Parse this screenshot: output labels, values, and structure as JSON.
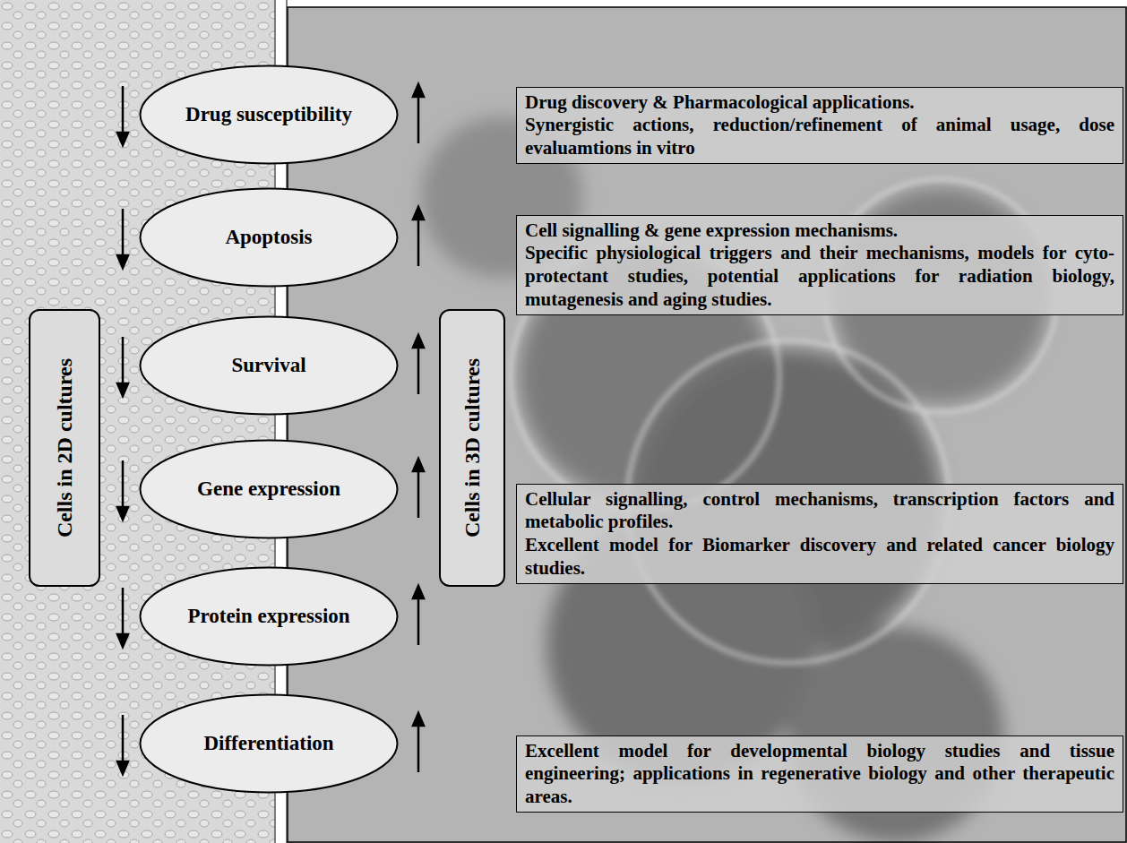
{
  "diagram": {
    "nodes": [
      {
        "text": [
          "Drug susceptibility"
        ]
      },
      {
        "text": [
          "Apoptosis"
        ]
      },
      {
        "text": [
          "Survival"
        ]
      },
      {
        "text": [
          "Gene expression"
        ]
      },
      {
        "text": [
          "Protein expression"
        ]
      },
      {
        "text": [
          "Differentiation"
        ]
      },
      {
        "text": [
          "Cells in 2D cultures"
        ]
      },
      {
        "text": [
          "Cells in 3D cultures"
        ]
      },
      {
        "text": [
          "Drug discovery & Pharmacological applications.",
          "Synergistic actions, reduction/refinement of animal usage, dose evaluamtions in vitro"
        ]
      },
      {
        "text": [
          "Cell signalling & gene expression mechanisms.",
          "Specific physiological triggers and their mechanisms, models for cyto-protectant studies, potential applications for radiation biology, mutagenesis and aging studies."
        ]
      },
      {
        "text": [
          "Cellular signalling, control mechanisms, transcription factors and metabolic profiles.",
          "Excellent model for Biomarker discovery and related cancer biology studies."
        ]
      },
      {
        "text": [
          "Excellent model for developmental biology studies and tissue engineering; applications in regenerative biology and other therapeutic areas."
        ]
      }
    ]
  }
}
